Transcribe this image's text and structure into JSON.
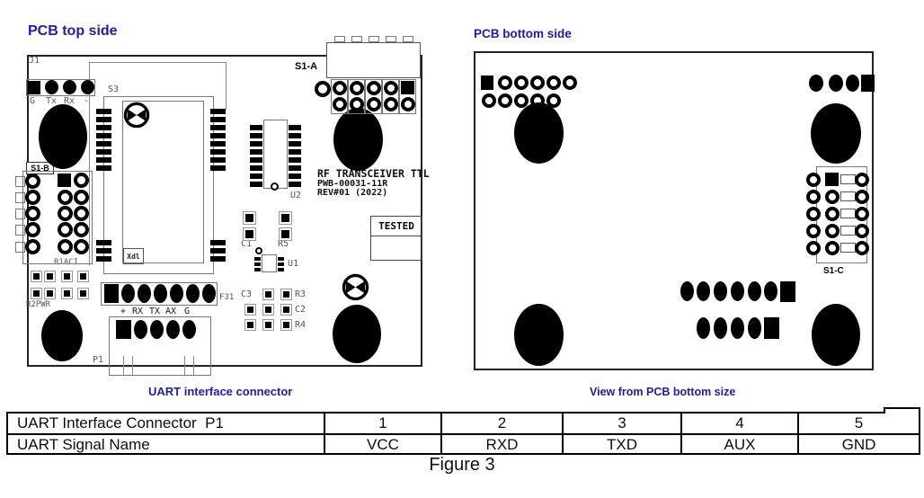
{
  "colors": {
    "accent_blue": "#1c1cb8",
    "ink": "#000000"
  },
  "headings": {
    "top_view": "PCB top side",
    "bottom_view": "PCB bottom side"
  },
  "captions": {
    "uart_connector": "UART interface connector",
    "bottom_view": "View from PCB bottom size",
    "figure": "Figure 3"
  },
  "top_pcb": {
    "refs": {
      "j1": "J1",
      "s3": "S3",
      "s1a": "S1-A",
      "s1b": "S1-B",
      "u1": "U1",
      "u2": "U2",
      "c1": "C1",
      "c2": "C2",
      "c3": "C3",
      "r3": "R3",
      "r4": "R4",
      "r5": "R5",
      "f31": "F31",
      "r1_led": "R1ACI",
      "r2_led": "R2PWR",
      "p1": "P1"
    },
    "j1_pins": [
      "G",
      "Tx",
      "Rx",
      "-"
    ],
    "p1_pins": [
      "+",
      "RX",
      "TX",
      "AX",
      "G"
    ],
    "module_mark": "Xdl",
    "stamp": "TESTED",
    "silkscreen": {
      "line1": "RF TRANSCEIVER TTL",
      "line2": "PWB-00031-11R",
      "line3": "REV#01 (2022)"
    }
  },
  "bottom_pcb": {
    "refs": {
      "s1c": "S1-C"
    }
  },
  "table": {
    "rows": [
      {
        "label": "UART Interface Connector  P1",
        "cells": [
          "1",
          "2",
          "3",
          "4",
          "5"
        ]
      },
      {
        "label": "UART Signal Name",
        "cells": [
          "VCC",
          "RXD",
          "TXD",
          "AUX",
          "GND"
        ]
      }
    ]
  }
}
